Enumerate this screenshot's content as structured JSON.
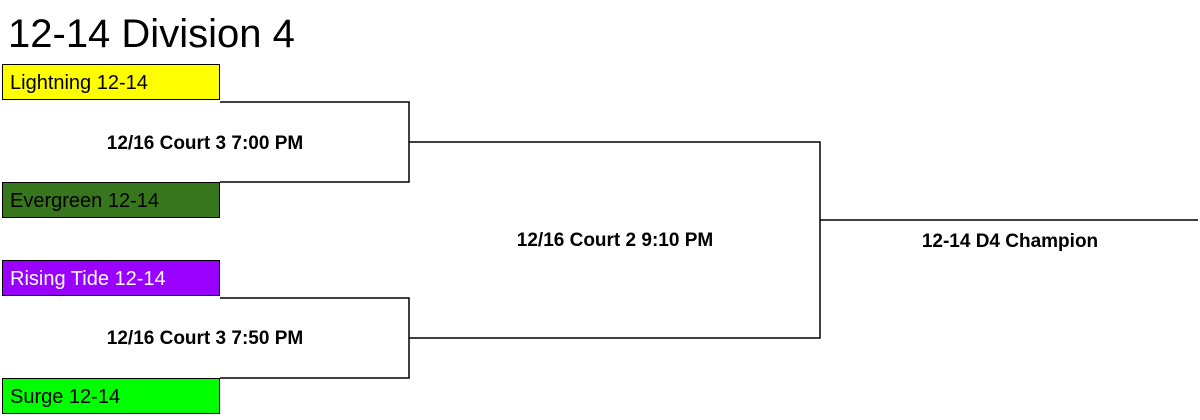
{
  "title": "12-14 Division 4",
  "colors": {
    "lightning": "#ffff00",
    "evergreen": "#38761d",
    "rising_tide": "#9900ff",
    "surge": "#00ff00",
    "lines": "#000000"
  },
  "round1": [
    {
      "team_top": "Lightning 12-14",
      "team_bottom": "Evergreen 12-14",
      "game": "12/16 Court 3 7:00 PM"
    },
    {
      "team_top": "Rising Tide 12-14",
      "team_bottom": "Surge 12-14",
      "game": "12/16 Court 3 7:50 PM"
    }
  ],
  "final": {
    "game": "12/16 Court 2 9:10 PM",
    "winner": "12-14 D4 Champion"
  }
}
